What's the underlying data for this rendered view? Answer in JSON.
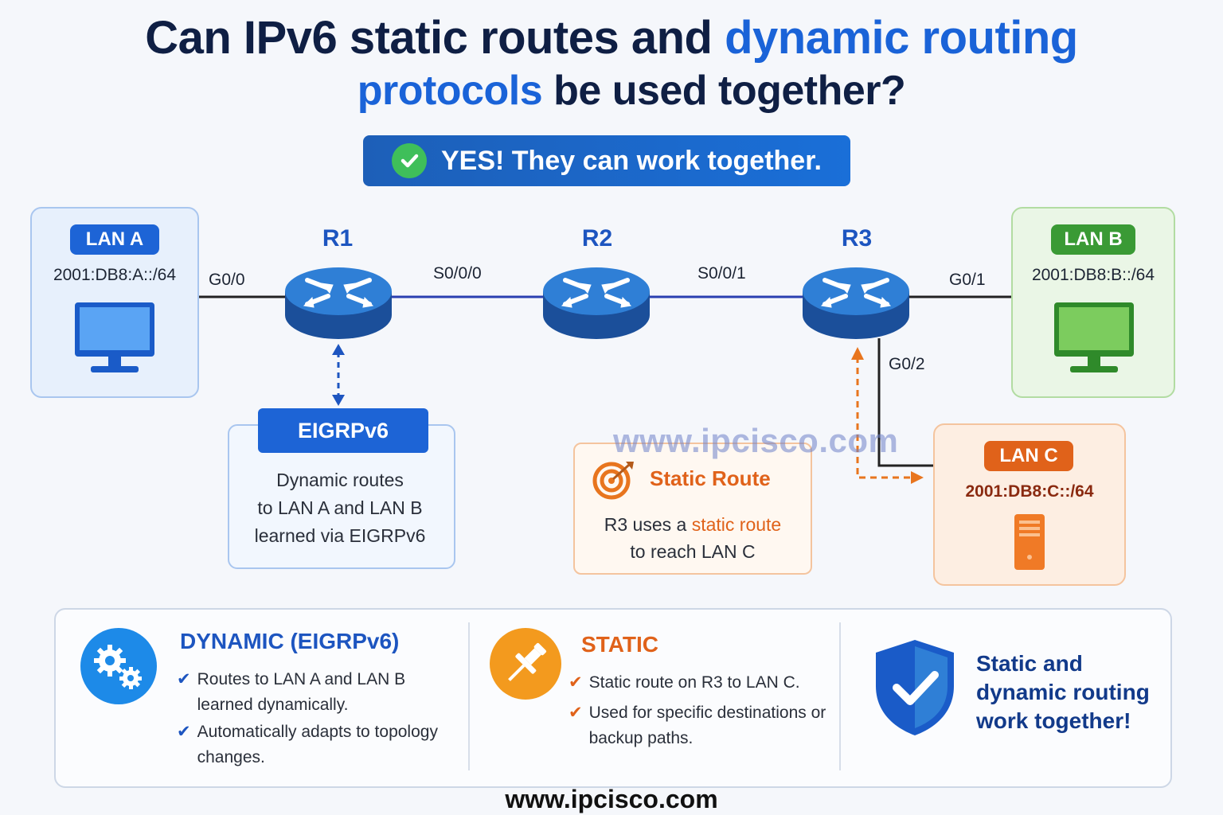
{
  "title": {
    "line1_part1": "Can IPv6 static routes and ",
    "line1_part2": "dynamic routing",
    "line2_part1": "protocols",
    "line2_part2": " be used together?"
  },
  "answer_banner": "YES! They can work together.",
  "lans": {
    "a": {
      "name": "LAN A",
      "address": "2001:DB8:A::/64",
      "color": "#1d64d6"
    },
    "b": {
      "name": "LAN B",
      "address": "2001:DB8:B::/64",
      "color": "#3a9a35"
    },
    "c": {
      "name": "LAN C",
      "address": "2001:DB8:C::/64",
      "color": "#e0621a"
    }
  },
  "routers": {
    "r1": "R1",
    "r2": "R2",
    "r3": "R3"
  },
  "interfaces": {
    "r1_lan": "G0/0",
    "r1_r2": "S0/0/0",
    "r2_r3": "S0/0/1",
    "r3_lanb": "G0/1",
    "r3_lanc": "G0/2"
  },
  "eigrp": {
    "label": "EIGRPv6",
    "lines": [
      "Dynamic routes",
      "to LAN A and LAN B",
      "learned via EIGRPv6"
    ]
  },
  "static_route": {
    "label": "Static Route",
    "line1_part1": "R3 uses a ",
    "line1_part2": "static route",
    "line2": "to reach LAN C"
  },
  "watermark": "www.ipcisco.com",
  "summary": {
    "dynamic": {
      "title": "DYNAMIC (EIGRPv6)",
      "bullets": [
        "Routes to LAN A and LAN B learned dynamically.",
        "Automatically adapts to topology changes."
      ]
    },
    "static": {
      "title": "STATIC",
      "bullets": [
        "Static route on R3 to LAN C.",
        "Used for specific destinations or backup paths."
      ]
    },
    "conclusion": "Static and dynamic routing work together!"
  },
  "footer": "www.ipcisco.com",
  "icons": {
    "check": "check-circle-icon",
    "router": "router-icon",
    "monitor": "monitor-icon",
    "server": "server-icon",
    "target": "target-icon",
    "gears": "gears-icon",
    "pin": "pushpin-icon",
    "shield": "shield-check-icon"
  }
}
